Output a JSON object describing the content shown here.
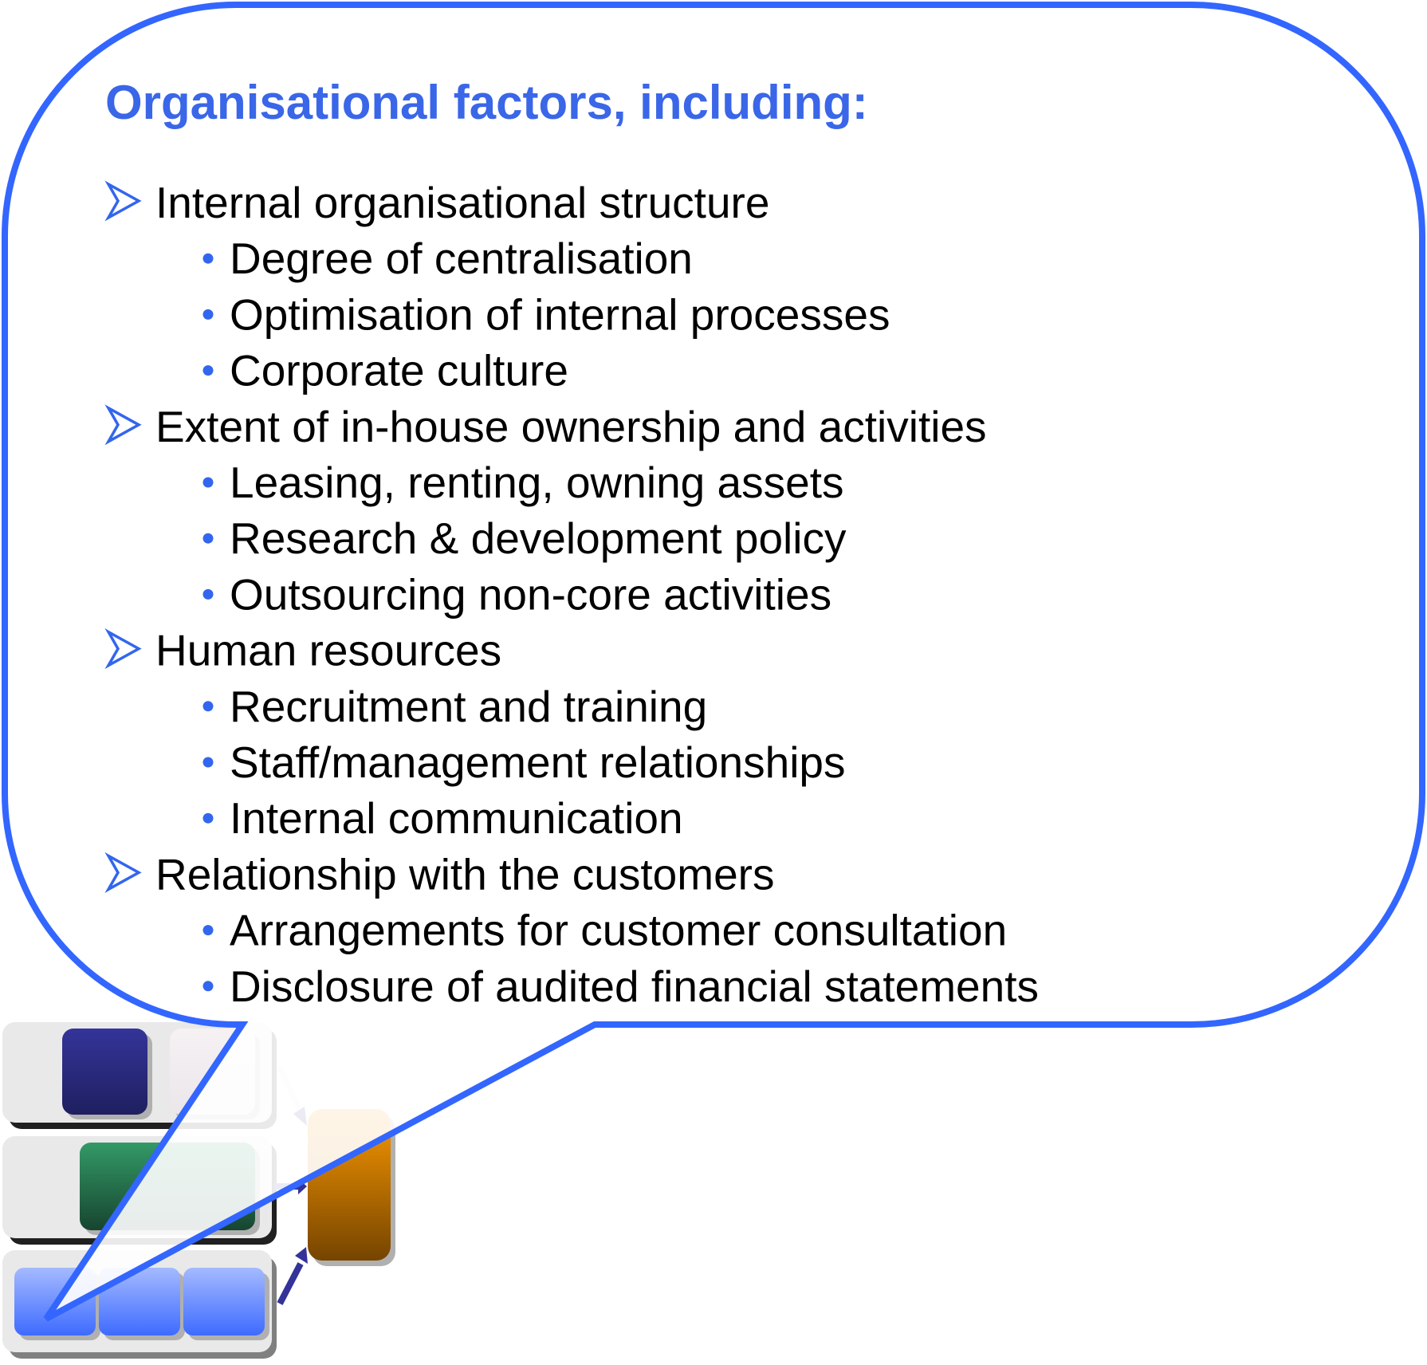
{
  "title": "Organisational factors, including:",
  "groups": [
    {
      "label": "Internal organisational structure",
      "items": [
        "Degree of centralisation",
        "Optimisation of internal processes",
        "Corporate culture"
      ]
    },
    {
      "label": "Extent of in-house ownership and activities",
      "items": [
        "Leasing, renting, owning assets",
        "Research & development policy",
        "Outsourcing non-core activities"
      ]
    },
    {
      "label": "Human resources",
      "items": [
        "Recruitment and training",
        "Staff/management relationships",
        "Internal communication"
      ]
    },
    {
      "label": "Relationship with the customers",
      "items": [
        "Arrangements for customer consultation",
        "Disclosure of audited financial statements"
      ]
    }
  ],
  "colors": {
    "accent": "#3366ff",
    "navy": "#2e2e8f",
    "green": "#2e8a5e",
    "orange": "#f99500",
    "blue": "#4d7bff"
  }
}
